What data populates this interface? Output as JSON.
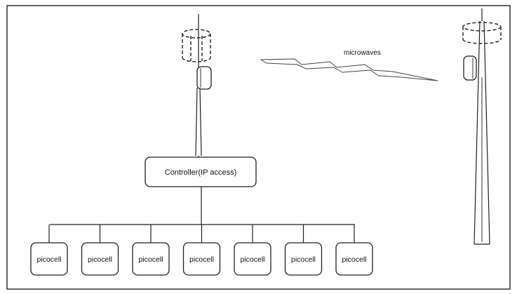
{
  "controller": {
    "label": "Controller(IP access)"
  },
  "link": {
    "label": "microwaves"
  },
  "picocells": [
    {
      "label": "picocell"
    },
    {
      "label": "picocell"
    },
    {
      "label": "picocell"
    },
    {
      "label": "picocell"
    },
    {
      "label": "picocell"
    },
    {
      "label": "picocell"
    },
    {
      "label": "picocell"
    }
  ],
  "icons": {
    "left_tower": "antenna-tower-icon",
    "right_tower": "antenna-tower-icon",
    "microwave_link": "lightning-bolt-icon"
  }
}
